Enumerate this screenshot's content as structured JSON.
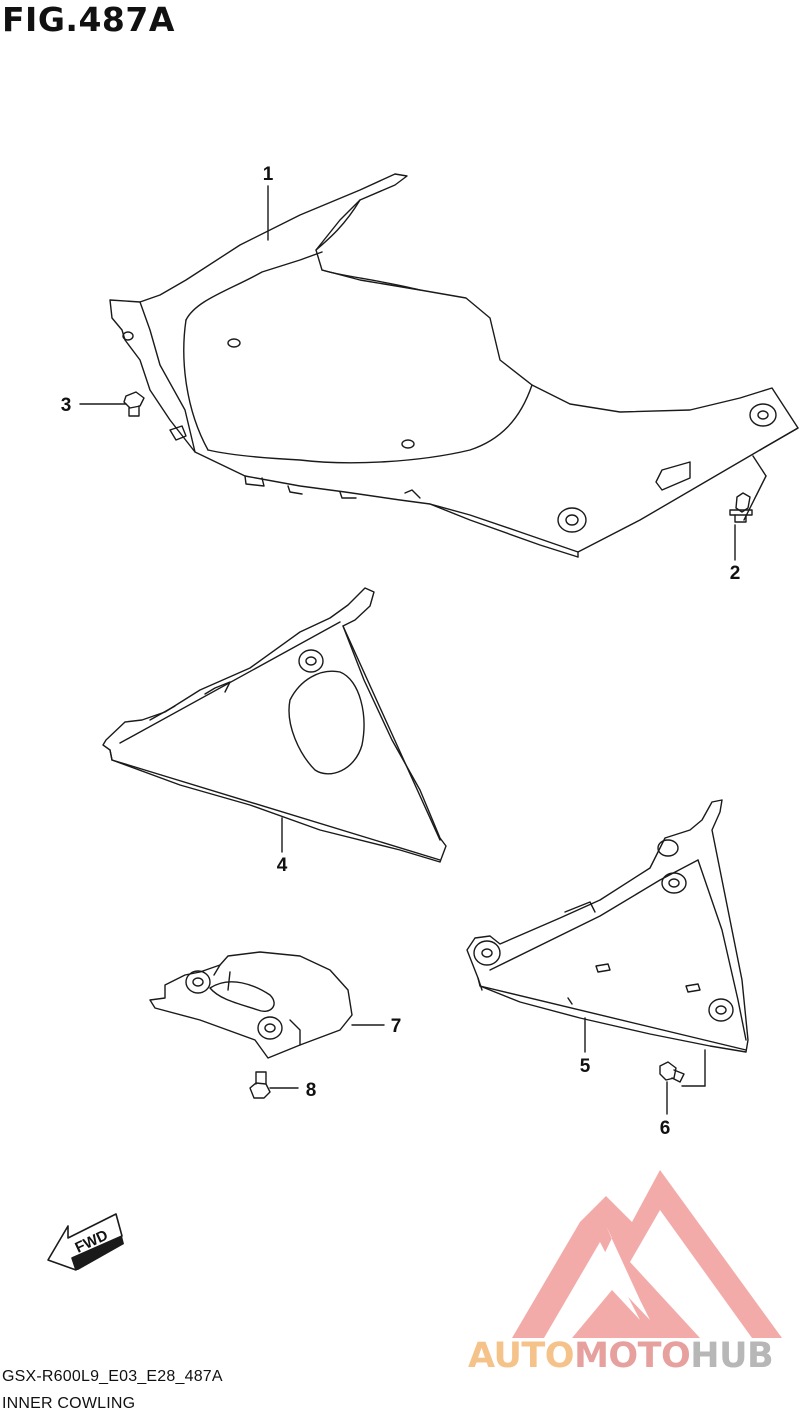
{
  "figure": {
    "title": "FIG.487A",
    "model_code": "GSX-R600L9_E03_E28_487A",
    "section_name": "INNER COWLING"
  },
  "callouts": [
    "1",
    "2",
    "3",
    "4",
    "5",
    "6",
    "7",
    "8"
  ],
  "direction_arrow": {
    "label": "FWD"
  },
  "watermark": {
    "part1": "AUTO",
    "part2": "MOTO",
    "part3": "HUB",
    "colors": {
      "auto": "#f5c38a",
      "moto": "#e6a09d",
      "hub": "#b7b7b7",
      "logo": "#f19c9a"
    }
  },
  "colors": {
    "line": "#1a1a1a",
    "background": "#ffffff"
  }
}
